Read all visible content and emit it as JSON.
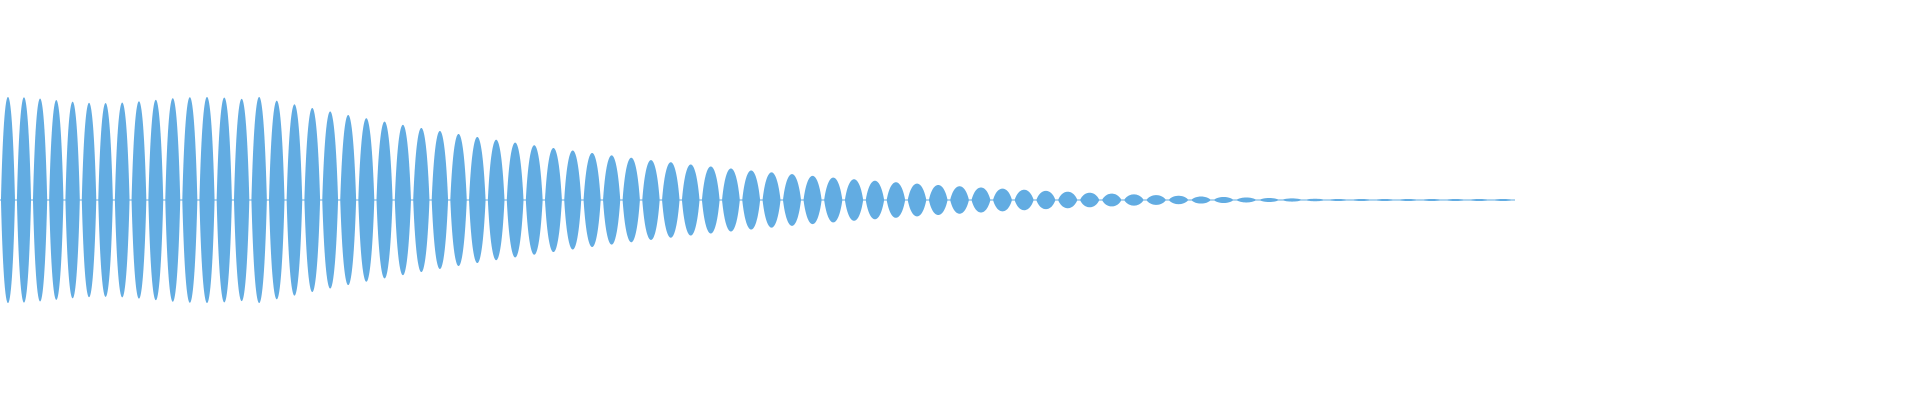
{
  "waveform": {
    "color": "#62ACE2",
    "background": "#FFFFFF",
    "lobe_count": 76,
    "peak_amplitude": 1.0,
    "tail_amplitude": 0.01,
    "envelope": "decaying",
    "timing": "chirp"
  }
}
